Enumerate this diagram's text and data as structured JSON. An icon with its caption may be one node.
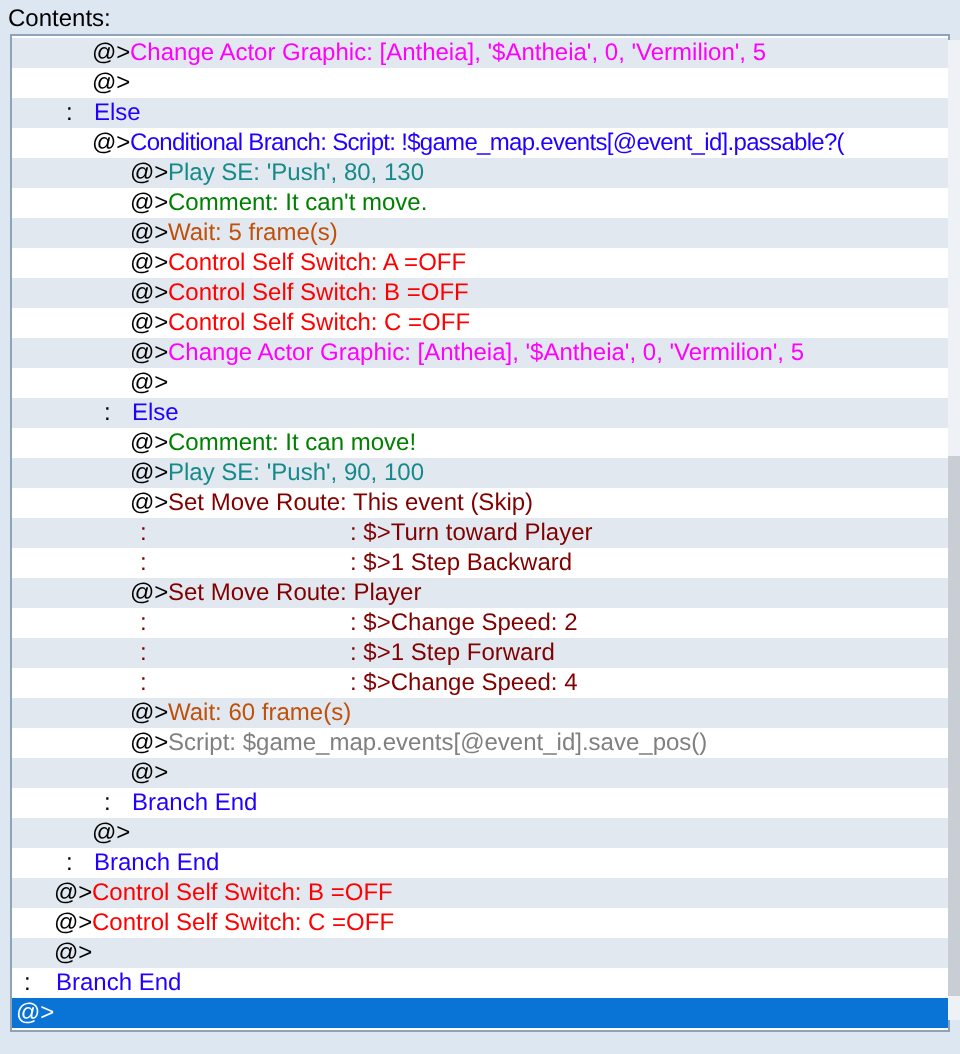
{
  "diagram": {
    "title": "Contents:",
    "labels": [
      "@>",
      "Change Actor Graphic: [Antheia], '$Antheia', 0, 'Vermilion', 5",
      "@>",
      ":",
      "Else",
      "@>",
      "Conditional Branch: Script: !$game_map.events[@event_id].passable?(",
      "@>",
      "Play SE: 'Push', 80, 130",
      "@>",
      "Comment: It can't move.",
      "@>",
      "Wait: 5 frame(s)",
      "@>",
      "Control Self Switch: A =OFF",
      "@>",
      "Control Self Switch: B =OFF",
      "@>",
      "Control Self Switch: C =OFF",
      "@>",
      "Change Actor Graphic: [Antheia], '$Antheia', 0, 'Vermilion', 5",
      "@>",
      ":",
      "Else",
      "@>",
      "Comment: It can move!",
      "@>",
      "Play SE: 'Push', 90, 100",
      "@>",
      "Set Move Route: This event (Skip)",
      ":",
      ": $>Turn toward Player",
      ":",
      ": $>1 Step Backward",
      "@>",
      "Set Move Route: Player",
      ":",
      ": $>Change Speed: 2",
      ":",
      ": $>1 Step Forward",
      ":",
      ": $>Change Speed: 4",
      "@>",
      "Wait: 60 frame(s)",
      "@>",
      "Script: $game_map.events[@event_id].save_pos()",
      "@>",
      ":",
      "Branch End",
      "@>",
      ":",
      "Branch End",
      "@>",
      "Control Self Switch: B =OFF",
      "@>",
      "Control Self Switch: C =OFF",
      "@>",
      ":",
      "Branch End",
      "@>"
    ]
  }
}
